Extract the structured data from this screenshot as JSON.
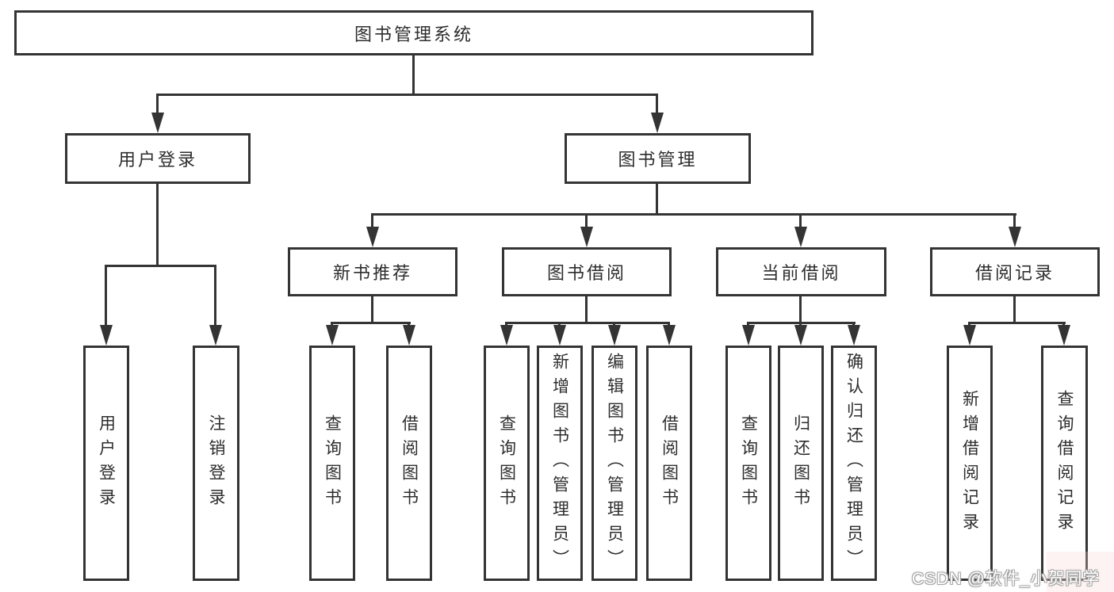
{
  "diagram": {
    "root": {
      "label": "图书管理系统"
    },
    "level2": [
      {
        "id": "user-login",
        "label": "用户登录"
      },
      {
        "id": "book-management",
        "label": "图书管理"
      }
    ],
    "level3": [
      {
        "id": "new-book-recommendation",
        "label": "新书推荐"
      },
      {
        "id": "book-borrowing",
        "label": "图书借阅"
      },
      {
        "id": "current-borrowing",
        "label": "当前借阅"
      },
      {
        "id": "borrowing-records",
        "label": "借阅记录"
      }
    ],
    "leaves": {
      "user_login": [
        {
          "label": "用户登录"
        },
        {
          "label": "注销登录"
        }
      ],
      "new_book_recommendation": [
        {
          "label": "查询图书"
        },
        {
          "label": "借阅图书"
        }
      ],
      "book_borrowing": [
        {
          "label": "查询图书"
        },
        {
          "label": "新增图书（管理员）"
        },
        {
          "label": "编辑图书（管理员）"
        },
        {
          "label": "借阅图书"
        }
      ],
      "current_borrowing": [
        {
          "label": "查询图书"
        },
        {
          "label": "归还图书"
        },
        {
          "label": "确认归还（管理员）"
        }
      ],
      "borrowing_records": [
        {
          "label": "新增借阅记录"
        },
        {
          "label": "查询借阅记录"
        }
      ]
    }
  },
  "watermark": {
    "text": "CSDN @软件_小贺同学"
  },
  "colors": {
    "line": "#343434",
    "text": "#2d2d2d",
    "background": "#ffffff",
    "watermark_fill": "#ffffff",
    "watermark_outline": "#a6a6a6"
  }
}
